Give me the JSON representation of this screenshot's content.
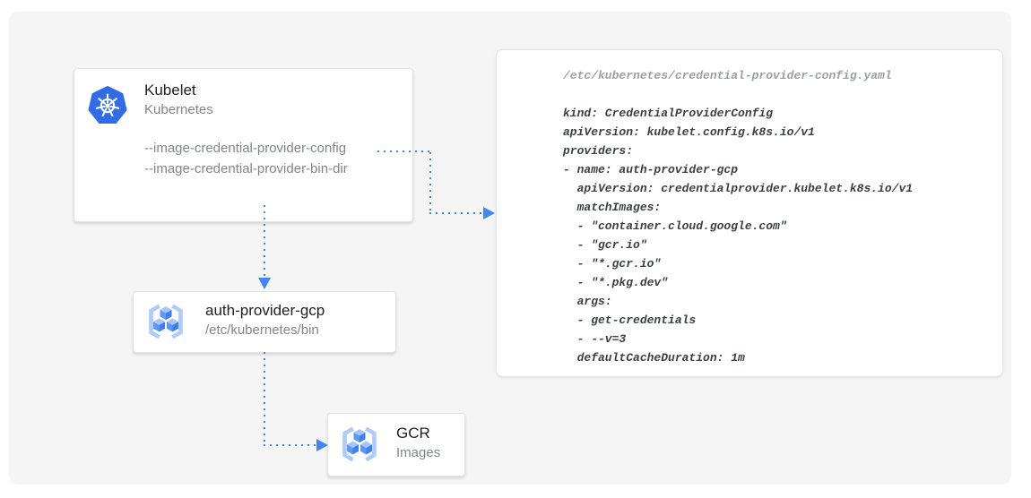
{
  "colors": {
    "arrow_blue": "#4285f4",
    "kubernetes_blue": "#326ce5",
    "gcr_bracket_blue": "#aecbfa",
    "gcr_cube_left": "#5e97f6",
    "gcr_cube_right": "#3e7ff0",
    "gcr_cube_top": "#a6c5fa",
    "canvas_background": "#f5f5f6",
    "card_background": "#ffffff",
    "title_text": "#212121",
    "muted_text": "#80868b",
    "code_text": "#3c4043",
    "code_comment_text": "#9aa0a6"
  },
  "nodes": {
    "kubelet": {
      "title": "Kubelet",
      "subtitle": "Kubernetes",
      "icon": "kubernetes-icon",
      "flags": [
        "--image-credential-provider-config",
        "--image-credential-provider-bin-dir"
      ]
    },
    "auth_provider": {
      "title": "auth-provider-gcp",
      "subtitle": "/etc/kubernetes/bin",
      "icon": "gcr-icon"
    },
    "gcr": {
      "title": "GCR",
      "subtitle": "Images",
      "icon": "gcr-icon"
    }
  },
  "code_panel": {
    "filename": "/etc/kubernetes/credential-provider-config.yaml",
    "lines": [
      "kind: CredentialProviderConfig",
      "apiVersion: kubelet.config.k8s.io/v1",
      "providers:",
      "- name: auth-provider-gcp",
      "  apiVersion: credentialprovider.kubelet.k8s.io/v1",
      "  matchImages:",
      "  - \"container.cloud.google.com\"",
      "  - \"gcr.io\"",
      "  - \"*.gcr.io\"",
      "  - \"*.pkg.dev\"",
      "  args:",
      "  - get-credentials",
      "  - --v=3",
      "  defaultCacheDuration: 1m"
    ]
  }
}
